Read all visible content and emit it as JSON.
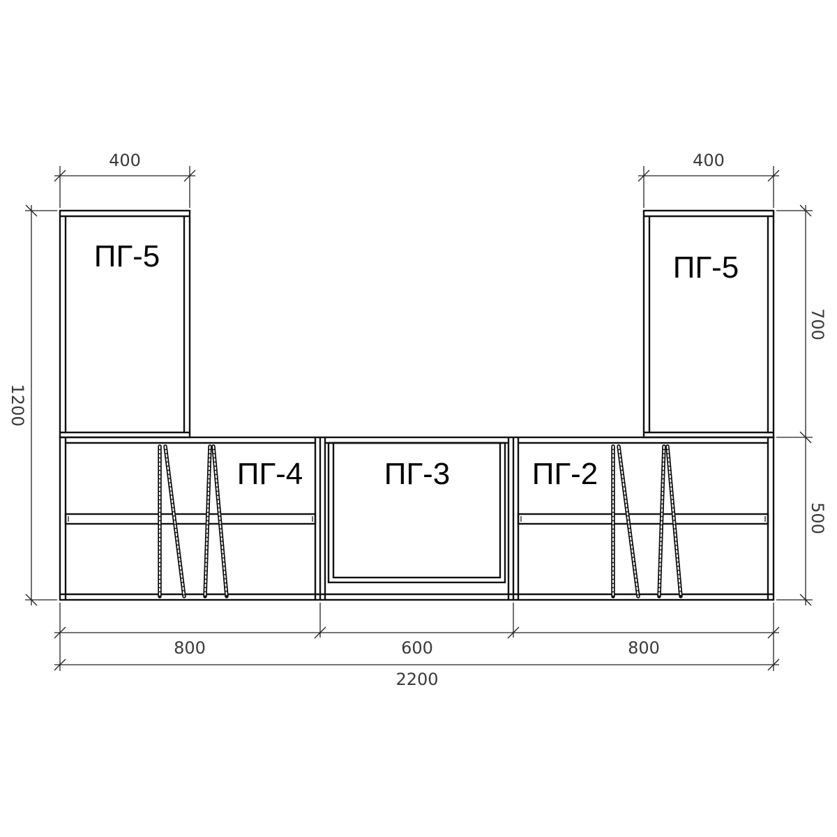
{
  "modules": {
    "top_left": "ПГ-5",
    "top_right": "ПГ-5",
    "bottom_left": "ПГ-4",
    "bottom_center": "ПГ-3",
    "bottom_right": "ПГ-2"
  },
  "dimensions": {
    "top_left_width": "400",
    "top_right_width": "400",
    "total_height": "1200",
    "upper_height": "700",
    "lower_height": "500",
    "left_width": "800",
    "center_width": "600",
    "right_width": "800",
    "total_width": "2200"
  }
}
